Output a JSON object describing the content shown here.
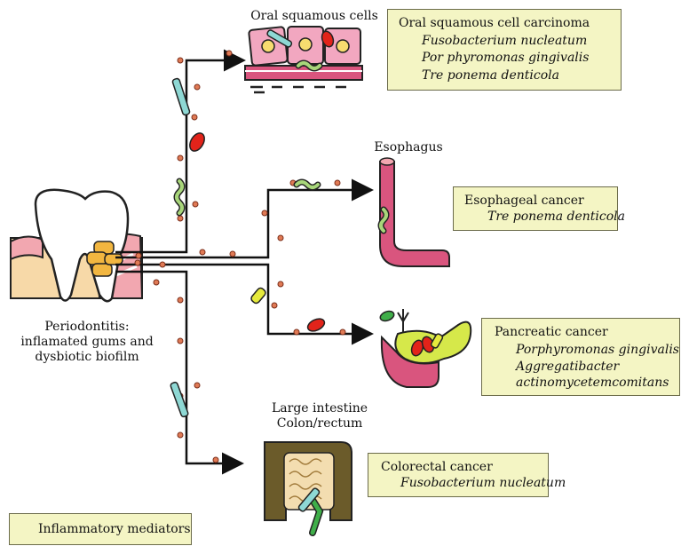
{
  "labels": {
    "oral_cells": "Oral squamous cells",
    "esophagus": "Esophagus",
    "large_intestine_1": "Large intestine",
    "large_intestine_2": "Colon/rectum",
    "periodontitis_1": "Periodontitis:",
    "periodontitis_2": "inflamated gums and",
    "periodontitis_3": "dysbiotic biofilm"
  },
  "boxes": {
    "oral": {
      "title": "Oral squamous cell carcinoma",
      "items": [
        "Fusobacterium nucleatum",
        "Por phyromonas gingivalis",
        "Tre ponema denticola"
      ]
    },
    "esophageal": {
      "title": "Esophageal cancer",
      "items": [
        "Tre ponema denticola"
      ]
    },
    "pancreatic": {
      "title": "Pancreatic cancer",
      "items": [
        "Porphyromonas gingivalis",
        "Aggregatibacter",
        "actinomycetemcomitans"
      ]
    },
    "colorectal": {
      "title": "Colorectal cancer",
      "items": [
        "Fusobacterium nucleatum"
      ]
    }
  },
  "legend": {
    "mediators": "Inflammatory mediators"
  },
  "colors": {
    "fusobacterium": "#8ed8d4",
    "porphyromonas": "#e2231a",
    "treponema": "#a8d67a",
    "aggregatibacter": "#e6ea3c",
    "mediator": "#e07a55",
    "box_fill": "#f4f5c4",
    "pink": "#d9557e",
    "gum": "#f2a7b0",
    "plaque": "#f2b640"
  }
}
